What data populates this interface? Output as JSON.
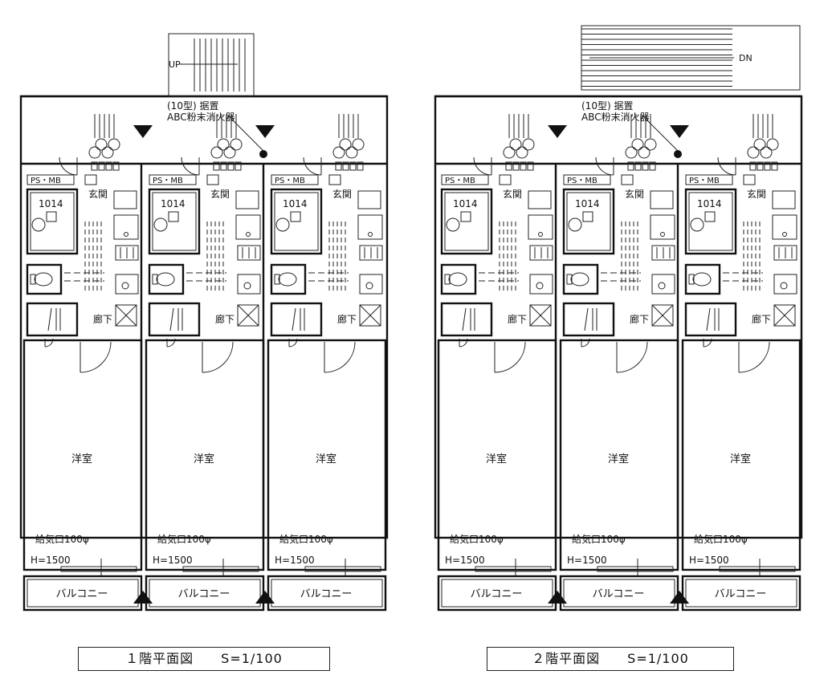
{
  "plans": [
    {
      "caption": "１階平面図　　S=1/100",
      "stair_label": "UP",
      "extinguisher_note_line1": "(10型) 据置",
      "extinguisher_note_line2": "ABC粉末消火器",
      "units": [
        {
          "ps_label": "PS・MB",
          "bath_code": "1014",
          "entrance": "玄関",
          "corridor": "廊下",
          "room": "洋室",
          "vent": "給気口100φ",
          "height": "H=1500",
          "balcony": "バルコニー"
        },
        {
          "ps_label": "PS・MB",
          "bath_code": "1014",
          "entrance": "玄関",
          "corridor": "廊下",
          "room": "洋室",
          "vent": "給気口100φ",
          "height": "H=1500",
          "balcony": "バルコニー"
        },
        {
          "ps_label": "PS・MB",
          "bath_code": "1014",
          "entrance": "玄関",
          "corridor": "廊下",
          "room": "洋室",
          "vent": "給気口100φ",
          "height": "H=1500",
          "balcony": "バルコニー"
        }
      ]
    },
    {
      "caption": "２階平面図　　S=1/100",
      "stair_label": "DN",
      "extinguisher_note_line1": "(10型) 据置",
      "extinguisher_note_line2": "ABC粉末消火器",
      "units": [
        {
          "ps_label": "PS・MB",
          "bath_code": "1014",
          "entrance": "玄関",
          "corridor": "廊下",
          "room": "洋室",
          "vent": "給気口100φ",
          "height": "H=1500",
          "balcony": "バルコニー"
        },
        {
          "ps_label": "PS・MB",
          "bath_code": "1014",
          "entrance": "玄関",
          "corridor": "廊下",
          "room": "洋室",
          "vent": "給気口100φ",
          "height": "H=1500",
          "balcony": "バルコニー"
        },
        {
          "ps_label": "PS・MB",
          "bath_code": "1014",
          "entrance": "玄関",
          "corridor": "廊下",
          "room": "洋室",
          "vent": "給気口100φ",
          "height": "H=1500",
          "balcony": "バルコニー"
        }
      ]
    }
  ]
}
